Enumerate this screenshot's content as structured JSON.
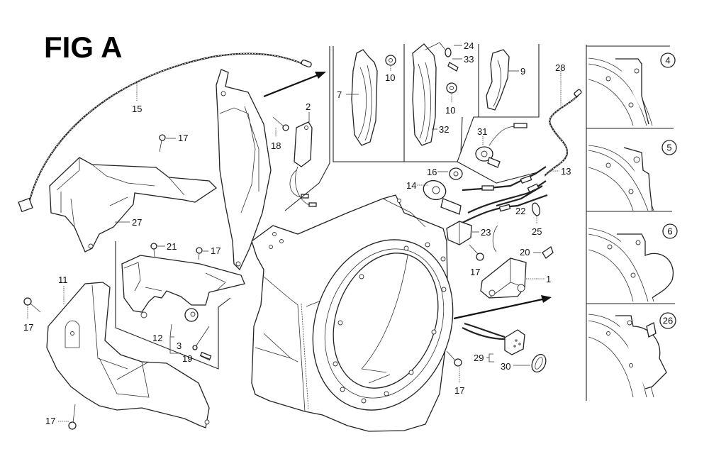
{
  "figure": {
    "title": "FIG A"
  },
  "part_labels": {
    "p1": "1",
    "p2": "2",
    "p3": "3",
    "p7": "7",
    "p9": "9",
    "p10a": "10",
    "p10b": "10",
    "p11": "11",
    "p12": "12",
    "p13": "13",
    "p14": "14",
    "p15": "15",
    "p16": "16",
    "p17a": "17",
    "p17b": "17",
    "p17c": "17",
    "p17d": "17",
    "p17e": "17",
    "p17f": "17",
    "p18": "18",
    "p19": "19",
    "p20": "20",
    "p21": "21",
    "p22": "22",
    "p23": "23",
    "p24": "24",
    "p25": "25",
    "p27": "27",
    "p28": "28",
    "p29": "29",
    "p30": "30",
    "p31": "31",
    "p32": "32",
    "p33": "33"
  },
  "variants": [
    {
      "label": "4"
    },
    {
      "label": "5"
    },
    {
      "label": "6"
    },
    {
      "label": "26"
    }
  ]
}
